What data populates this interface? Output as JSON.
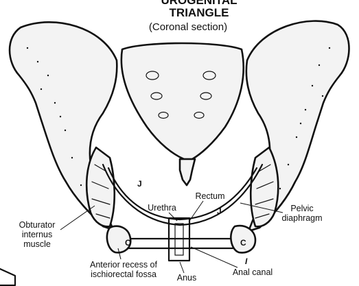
{
  "title_line1": "UROGENITAL",
  "title_line2": "TRIANGLE",
  "subtitle": "(Coronal section)",
  "labels": {
    "urethra": "Urethra",
    "rectum": "Rectum",
    "pelvic_diaphragm_1": "Pelvic",
    "pelvic_diaphragm_2": "diaphragm",
    "obturator_1": "Obturator",
    "obturator_2": "internus",
    "obturator_3": "muscle",
    "anterior_recess_1": "Anterior recess of",
    "anterior_recess_2": "ischiorectal fossa",
    "anus": "Anus",
    "anal_canal": "Anal canal"
  },
  "letters": {
    "j_left": "J",
    "j_right": "J",
    "c_left": "C",
    "c_right": "C",
    "i_mark": "I"
  },
  "colors": {
    "ink": "#111111",
    "paper": "#ffffff"
  }
}
